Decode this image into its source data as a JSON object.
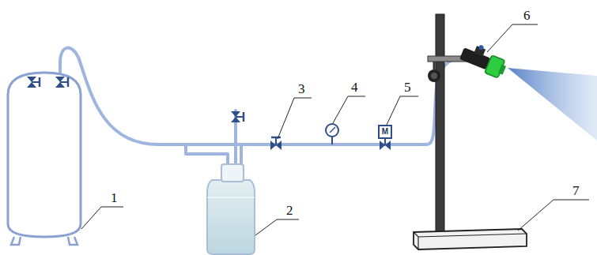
{
  "diagram": {
    "labels": [
      "1",
      "2",
      "3",
      "4",
      "5",
      "6",
      "7",
      "M"
    ]
  }
}
